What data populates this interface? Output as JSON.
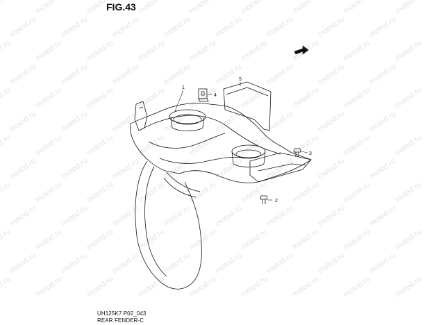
{
  "figure": {
    "title": "FIG.43",
    "code": "UH125K7 P02_043",
    "name": "REAR FENDER-C"
  },
  "watermark": "motod.ru",
  "callouts": [
    "1",
    "2",
    "3",
    "4",
    "5"
  ],
  "colors": {
    "line": "#111111",
    "watermark": "#e3e3e3",
    "background": "#ffffff"
  },
  "icons": {
    "front_arrow": "fwd-arrow-icon"
  }
}
